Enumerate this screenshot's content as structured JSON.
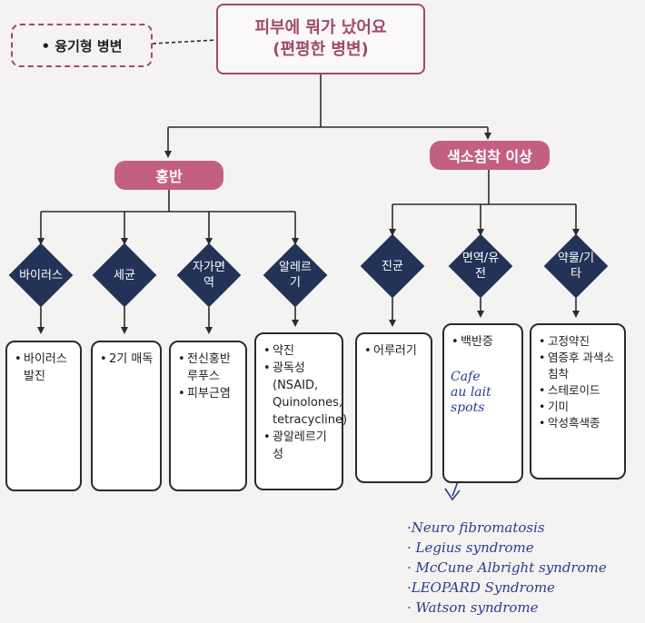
{
  "root": {
    "line1": "피부에 뭐가 났어요",
    "line2": "(편평한 병변)"
  },
  "side_note": "• 융기형 병변",
  "categories": {
    "red": "홍반",
    "pigment": "색소침착 이상"
  },
  "diamonds": [
    {
      "label": "바이러스"
    },
    {
      "label": "세균"
    },
    {
      "label": "자가면역"
    },
    {
      "label": "알레르기"
    },
    {
      "label": "진균"
    },
    {
      "label": "면역/유전"
    },
    {
      "label": "약물/기타"
    }
  ],
  "boxes": [
    {
      "items": [
        "바이러스 발진"
      ]
    },
    {
      "items": [
        "2기 매독"
      ]
    },
    {
      "items": [
        "전신홍반 루푸스",
        "피부근염"
      ]
    },
    {
      "items": [
        "약진",
        "광독성 (NSAID, Quinolones, tetracycline)",
        "광알레르기성"
      ]
    },
    {
      "items": [
        "어루러기"
      ]
    },
    {
      "items": [
        "백반증"
      ]
    },
    {
      "items": [
        "고정약진",
        "염증후 과색소침착",
        "스테로이드",
        "기미",
        "악성흑색종"
      ]
    }
  ],
  "handwritten": {
    "in_box": [
      "Cafe",
      "au lait",
      "spots"
    ],
    "list": [
      "·Neuro fibromatosis",
      "· Legius syndrome",
      "· McCune Albright syndrome",
      "·LEOPARD Syndrome",
      "· Watson syndrome"
    ]
  },
  "colors": {
    "accent": "#a14a69",
    "pill": "#c4607f",
    "diamond": "#223357",
    "handwriting": "#2c3b8f"
  }
}
